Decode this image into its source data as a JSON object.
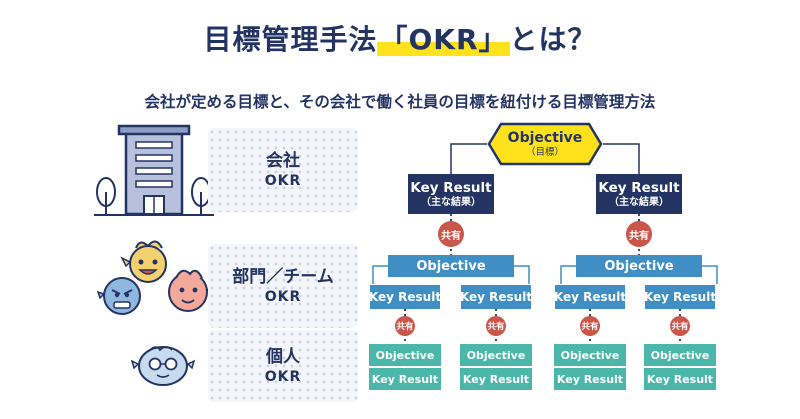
{
  "title": {
    "prefix": "目標管理手法",
    "highlight": "「OKR」",
    "suffix": "とは？"
  },
  "subtitle": "会社が定める目標と、その会社で働く社員の目標を紐付ける目標管理方法",
  "levels": [
    {
      "line1": "会社",
      "line2": "OKR"
    },
    {
      "line1": "部門／チーム",
      "line2": "OKR"
    },
    {
      "line1": "個人",
      "line2": "OKR"
    }
  ],
  "diagram": {
    "top_objective": {
      "label": "Objective",
      "sub": "（目標）"
    },
    "level1_key_results": [
      {
        "label": "Key Result",
        "sub": "（主な結果）"
      },
      {
        "label": "Key Result",
        "sub": "（主な結果）"
      }
    ],
    "share_label": "共有",
    "level2_objective": "Objective",
    "level2_key_result": "Key Result",
    "level3_objective": "Objective",
    "level3_key_result": "Key Result"
  },
  "colors": {
    "navy": "#233463",
    "blue": "#3f8fc4",
    "teal": "#4ab7aa",
    "yellow": "#ffe21c",
    "red": "#c9564a"
  }
}
